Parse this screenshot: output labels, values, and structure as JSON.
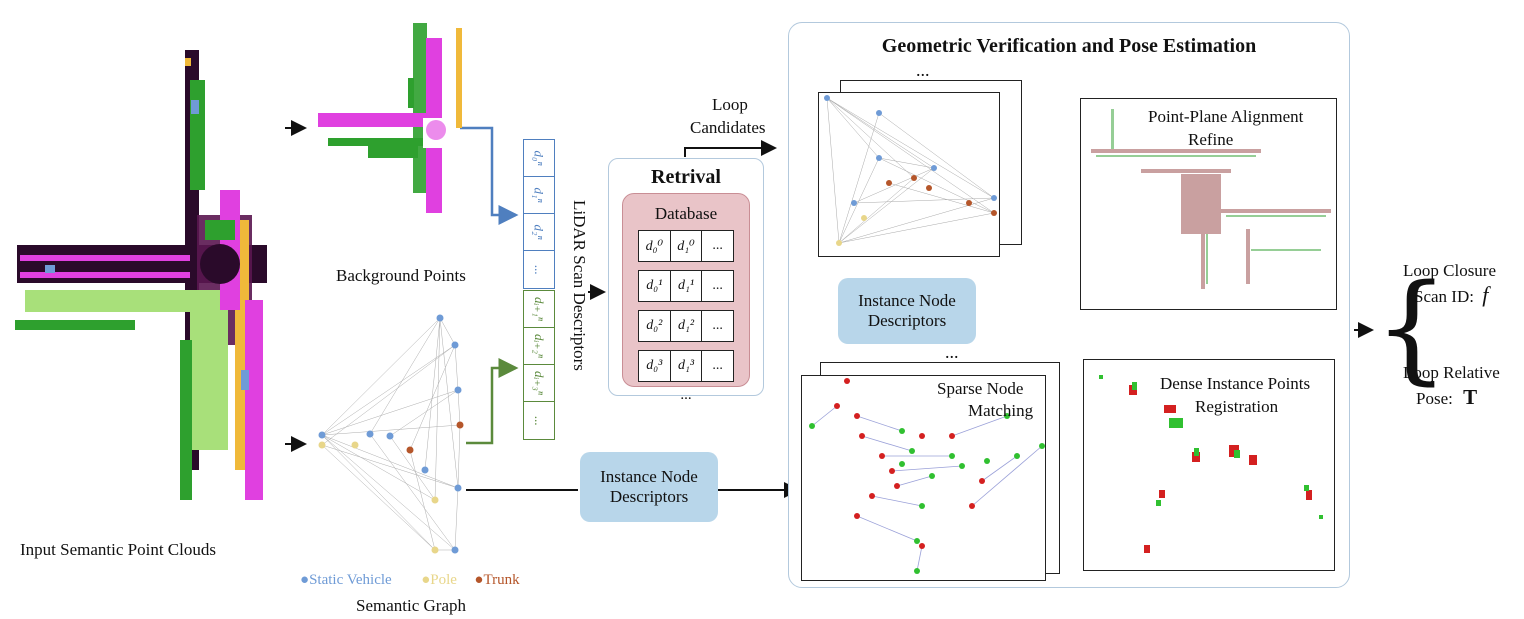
{
  "labels": {
    "input_clouds": "Input Semantic Point Clouds",
    "background_points": "Background Points",
    "semantic_graph": "Semantic Graph",
    "scan_descriptors": "LiDAR Scan Descriptors",
    "loop_candidates_1": "Loop",
    "loop_candidates_2": "Candidates",
    "retrival": "Retrival",
    "database": "Database",
    "ellipsis": "...",
    "instance_node_desc_1": "Instance Node",
    "instance_node_desc_2": "Descriptors",
    "geo_title": "Geometric Verification and Pose Estimation",
    "point_plane_1": "Point-Plane Alignment",
    "point_plane_2": "Refine",
    "sparse_1": "Sparse Node",
    "sparse_2": "Matching",
    "dense_1": "Dense Instance Points",
    "dense_2": "Registration",
    "loop_closure_1": "Loop Closure",
    "loop_closure_2": "Scan ID:",
    "loop_closure_sym": "f",
    "loop_pose_1": "Loop Relative",
    "loop_pose_2": "Pose:",
    "loop_pose_sym": "T"
  },
  "legend": [
    {
      "label": "Static Vehicle",
      "color": "#6f9bd6"
    },
    {
      "label": "Pole",
      "color": "#e8d68a"
    },
    {
      "label": "Trunk",
      "color": "#b5562a"
    }
  ],
  "descriptors_blue": [
    "d₀ⁿ",
    "d₁ⁿ",
    "d₂ⁿ",
    "..."
  ],
  "descriptors_green": [
    "dᵢ₊₁ⁿ",
    "dᵢ₊₂ⁿ",
    "dᵢ₊₃ⁿ",
    "..."
  ],
  "database_rows": [
    [
      "d₀⁰",
      "d₁⁰",
      "..."
    ],
    [
      "d₀¹",
      "d₁¹",
      "..."
    ],
    [
      "d₀²",
      "d₁²",
      "..."
    ],
    [
      "d₀³",
      "d₁³",
      "..."
    ]
  ],
  "colors": {
    "blue_arrow": "#4f7fbf",
    "green_arrow": "#5b8a3c",
    "blue_box": "#b8d6ea",
    "pink_db": "#e9c4c8",
    "panel_border": "#b3c9dd"
  }
}
